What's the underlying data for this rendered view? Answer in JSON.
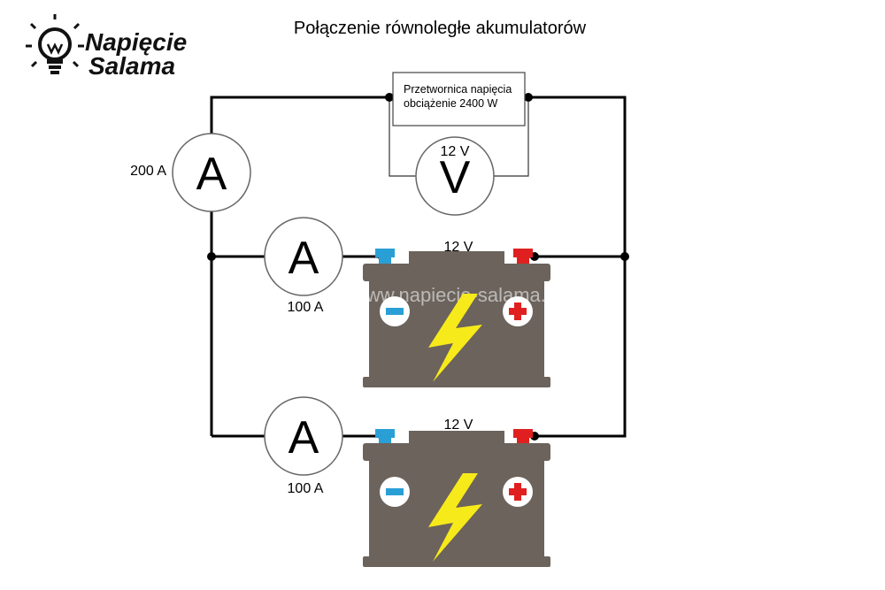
{
  "title": "Połączenie równoległe akumulatorów",
  "logo": {
    "line1": "Napięcie",
    "line2": "Salama"
  },
  "watermark": "www.napiecie-salama.pl",
  "converter": {
    "line1": "Przetwornica napięcia",
    "line2": "obciążenie 2400 W"
  },
  "voltmeter": {
    "symbol": "V",
    "reading": "12 V"
  },
  "ammeter_main": {
    "symbol": "A",
    "reading": "200 A"
  },
  "ammeter_top": {
    "symbol": "A",
    "reading": "100 A"
  },
  "ammeter_bottom": {
    "symbol": "A",
    "reading": "100 A"
  },
  "battery_top": {
    "voltage": "12 V"
  },
  "battery_bottom": {
    "voltage": "12 V"
  },
  "colors": {
    "battery_body": "#6b635c",
    "negative_terminal": "#2a9fd6",
    "positive_terminal": "#e02020",
    "bolt": "#f7ea1a",
    "wire": "#000000"
  }
}
